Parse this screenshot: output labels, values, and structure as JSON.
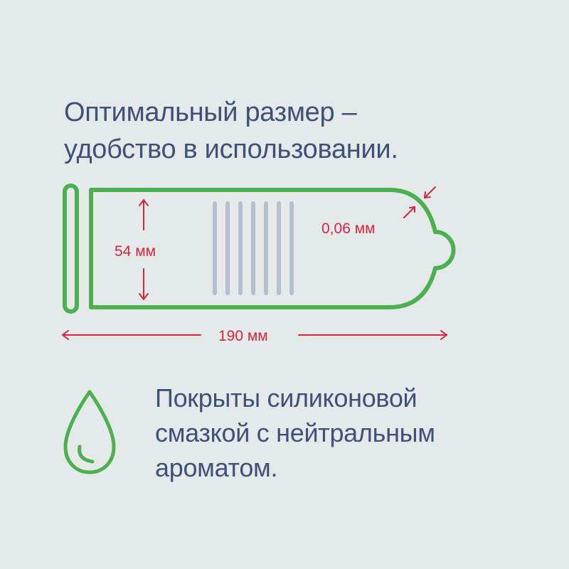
{
  "heading": {
    "line1": "Оптимальный размер –",
    "line2": "удобство в использовании."
  },
  "diagram": {
    "width_label": "54 мм",
    "thickness_label": "0,06 мм",
    "length_label": "190 мм",
    "colors": {
      "outline": "#4caf50",
      "dimension": "#d5263d",
      "texture": "#b5c0cf"
    }
  },
  "feature": {
    "icon": "water-drop-icon",
    "line1": "Покрыты силиконовой",
    "line2": "смазкой с нейтральным",
    "line3": "ароматом."
  }
}
